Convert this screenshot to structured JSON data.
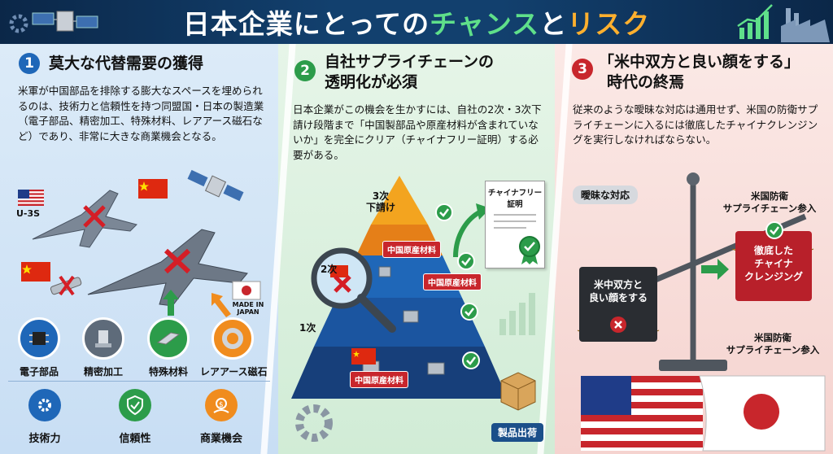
{
  "header": {
    "title_part1": "日本企業にとっての",
    "title_chance": "チャンス",
    "title_to": "と",
    "title_risk": "リスク"
  },
  "panel1": {
    "number": "1",
    "heading": "莫大な代替需要の獲得",
    "body": "米軍が中国部品を排除する膨大なスペースを埋められるのは、技術力と信頼性を持つ同盟国・日本の製造業（電子部品、精密加工、特殊材料、レアアース磁石など）であり、非常に大きな商業機会となる。",
    "jet_label": "U-3S",
    "made_in_japan": "MADE IN JAPAN",
    "parts": [
      "電子部品",
      "精密加工",
      "特殊材料",
      "レアアース磁石"
    ],
    "values": [
      "技術力",
      "信頼性",
      "商業機会"
    ]
  },
  "panel2": {
    "number": "2",
    "heading_line1": "自社サプライチェーンの",
    "heading_line2": "透明化が必須",
    "body": "日本企業がこの機会を生かすには、自社の2次・3次下請け段階まで「中国製部品や原産材料が含まれていないか」を完全にクリア（チャイナフリー証明）する必要がある。",
    "tier3": "3次\n下請け",
    "tier2": "2次",
    "tier1": "1次",
    "china_material": "中国原産材料",
    "certificate_line1": "チャイナフリー",
    "certificate_line2": "証明",
    "shipment": "製品出荷"
  },
  "panel3": {
    "number": "3",
    "heading_line1": "「米中双方と良い顔をする」",
    "heading_line2": "時代の終焉",
    "body": "従来のような曖昧な対応は通用せず、米国の防衛サプライチェーンに入るには徹底したチャイナクレンジングを実行しなければならない。",
    "ambiguous": "曖昧な対応",
    "us_supply_top": "米国防衛\nサプライチェーン参入",
    "cleansing": "徹底した\nチャイナ\nクレンジング",
    "both_faces": "米中双方と\n良い顔をする",
    "us_supply_bottom": "米国防衛\nサプライチェーン参入"
  },
  "colors": {
    "navy": "#0b2748",
    "green": "#5fe08a",
    "orange": "#ffb02e",
    "blue_num": "#1f67b8",
    "green_num": "#2c9c4a",
    "red_num": "#c8262c"
  }
}
